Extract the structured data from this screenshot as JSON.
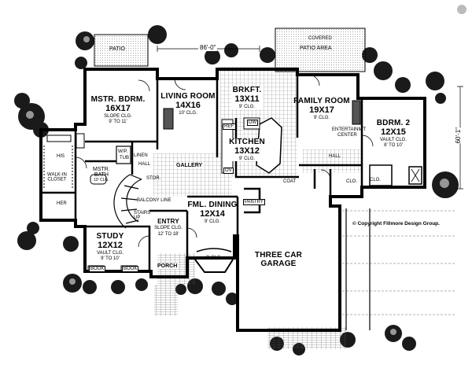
{
  "rooms": {
    "patio": "PATIO",
    "covered_patio": {
      "line1": "COVERED",
      "line2": "PATIO AREA"
    },
    "master_bedroom": {
      "name": "MSTR. BDRM.",
      "size": "16X17",
      "ceiling_1": "SLOPE CLG.",
      "ceiling_2": "9' TO 11'"
    },
    "living_room": {
      "name": "LIVING ROOM",
      "size": "14X16",
      "ceiling": "10' CLG."
    },
    "breakfast": {
      "name": "BRKFT.",
      "size": "13X11",
      "ceiling": "9' CLG."
    },
    "family_room": {
      "name": "FAMILY ROOM",
      "size": "19X17",
      "ceiling": "9' CLG."
    },
    "bedroom_2": {
      "name": "BDRM. 2",
      "size": "12X15",
      "ceiling_1": "VAULT CLG.",
      "ceiling_2": "8' TO 10'"
    },
    "kitchen": {
      "name": "KITCHEN",
      "size": "13X12",
      "ceiling": "9' CLG."
    },
    "gallery": "GALLERY",
    "walk_in_closet": {
      "line1": "WALK-IN",
      "line2": "CLOSET"
    },
    "master_bath": {
      "line1": "MSTR.",
      "line2": "BATH",
      "ceiling": "10' CLG."
    },
    "fml_dining": {
      "name": "FML. DINING",
      "size": "12X14",
      "ceiling": "9' CLG."
    },
    "entry": {
      "name": "ENTRY",
      "ceiling_1": "SLOPE CLG.",
      "ceiling_2": "12' TO 18'"
    },
    "study": {
      "name": "STUDY",
      "size": "12X12",
      "ceiling_1": "VAULT CLG.",
      "ceiling_2": "9' TO 10'"
    },
    "porch": "PORCH",
    "garage": {
      "line1": "THREE CAR",
      "line2": "GARAGE"
    },
    "hall_left": "HALL",
    "hall_right": "HALL",
    "balcony_line": "BALCONY LINE",
    "stairs_up": {
      "line1": "STAIRS",
      "line2": "UP"
    }
  },
  "small_labels": {
    "his": "HIS",
    "her": "HER",
    "linen": "LINEN",
    "wp": "W/P.",
    "tub": "TUB",
    "stor": "STOR.",
    "ref": "REF.",
    "dw": "DW",
    "ov": "OV",
    "coat": "COAT",
    "pantry": "PANTRY",
    "clo_1": "CLO.",
    "clo_2": "CLO.",
    "entertainment": "ENTERTAINM'T",
    "center": "CENTER",
    "book_1": "BOOK",
    "book_2": "BOOK",
    "vault_clg": "9' CLG."
  },
  "dimensions": {
    "width": "86'-0\"",
    "depth": "60'-1\""
  },
  "copyright": "© Copyright Fillmore Design Group.",
  "colors": {
    "wall": "#000000",
    "background": "#ffffff",
    "shrub": "#1a1a1a",
    "tile": "#777777"
  }
}
